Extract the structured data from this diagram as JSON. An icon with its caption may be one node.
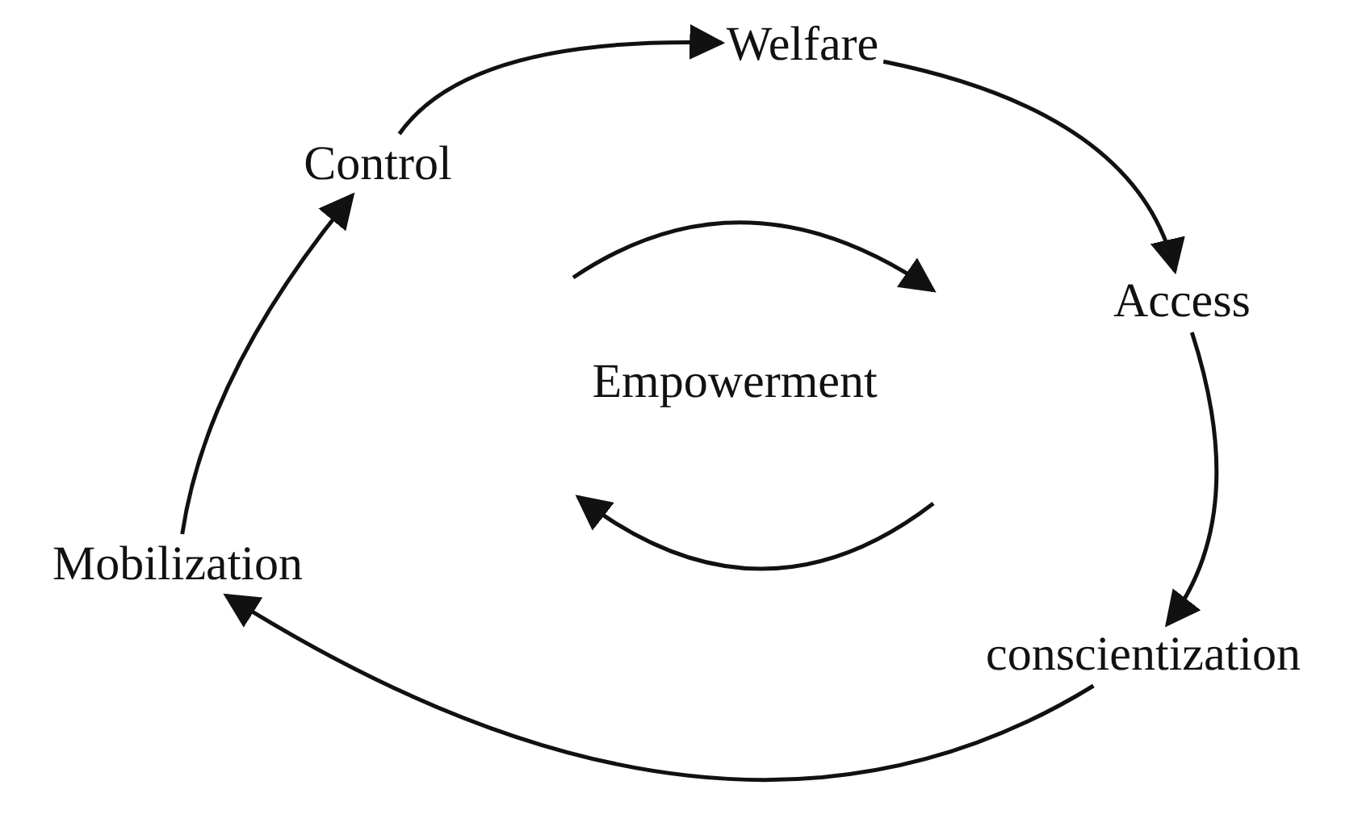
{
  "diagram": {
    "nodes": [
      {
        "text": [
          "Welfare"
        ]
      },
      {
        "text": [
          "Access"
        ]
      },
      {
        "text": [
          "conscientization"
        ]
      },
      {
        "text": [
          "Mobilization"
        ]
      },
      {
        "text": [
          "Control"
        ]
      },
      {
        "text": [
          "Empowerment"
        ]
      }
    ],
    "edges": [
      {
        "from": 4,
        "to": 0,
        "arrow": "to"
      },
      {
        "from": 0,
        "to": 1,
        "arrow": "to"
      },
      {
        "from": 1,
        "to": 2,
        "arrow": "to"
      },
      {
        "from": 2,
        "to": 3,
        "arrow": "to"
      },
      {
        "from": 3,
        "to": 4,
        "arrow": "to"
      }
    ]
  }
}
